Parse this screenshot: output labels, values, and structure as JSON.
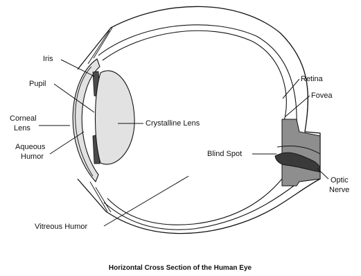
{
  "caption": "Horizontal Cross Section of the Human Eye",
  "labels": {
    "iris": "Iris",
    "pupil": "Pupil",
    "corneal_lens_line1": "Corneal",
    "corneal_lens_line2": "Lens",
    "aqueous_humor_line1": "Aqueous",
    "aqueous_humor_line2": "Humor",
    "vitreous_humor": "Vitreous Humor",
    "crystalline_lens": "Crystalline Lens",
    "retina": "Retina",
    "fovea": "Fovea",
    "blind_spot": "Blind Spot",
    "optic_nerve_line1": "Optic",
    "optic_nerve_line2": "Nerve"
  },
  "colors": {
    "outline": "#111111",
    "shaded_tissue": "#e2e2e2",
    "iris_fill": "#4a4a4a",
    "nerve_fill": "#8e8e8e",
    "nerve_core": "#3a3a3a"
  }
}
